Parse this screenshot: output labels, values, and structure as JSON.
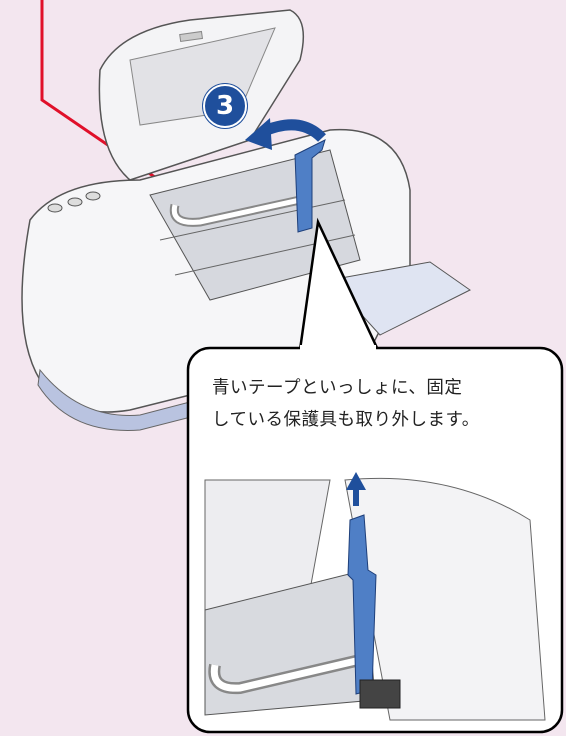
{
  "step": {
    "number": "3"
  },
  "callout": {
    "line1": "青いテープといっしょに、固定",
    "line2": "している保護具も取り外します。"
  },
  "colors": {
    "background": "#f3e6ef",
    "pointer_line": "#e0102a",
    "tape_blue": "#4f7fc6",
    "step_badge": "#1f4f9c"
  },
  "icons": [
    "curved-arrow-icon",
    "up-arrow-icon",
    "pointer-arrow-icon"
  ]
}
